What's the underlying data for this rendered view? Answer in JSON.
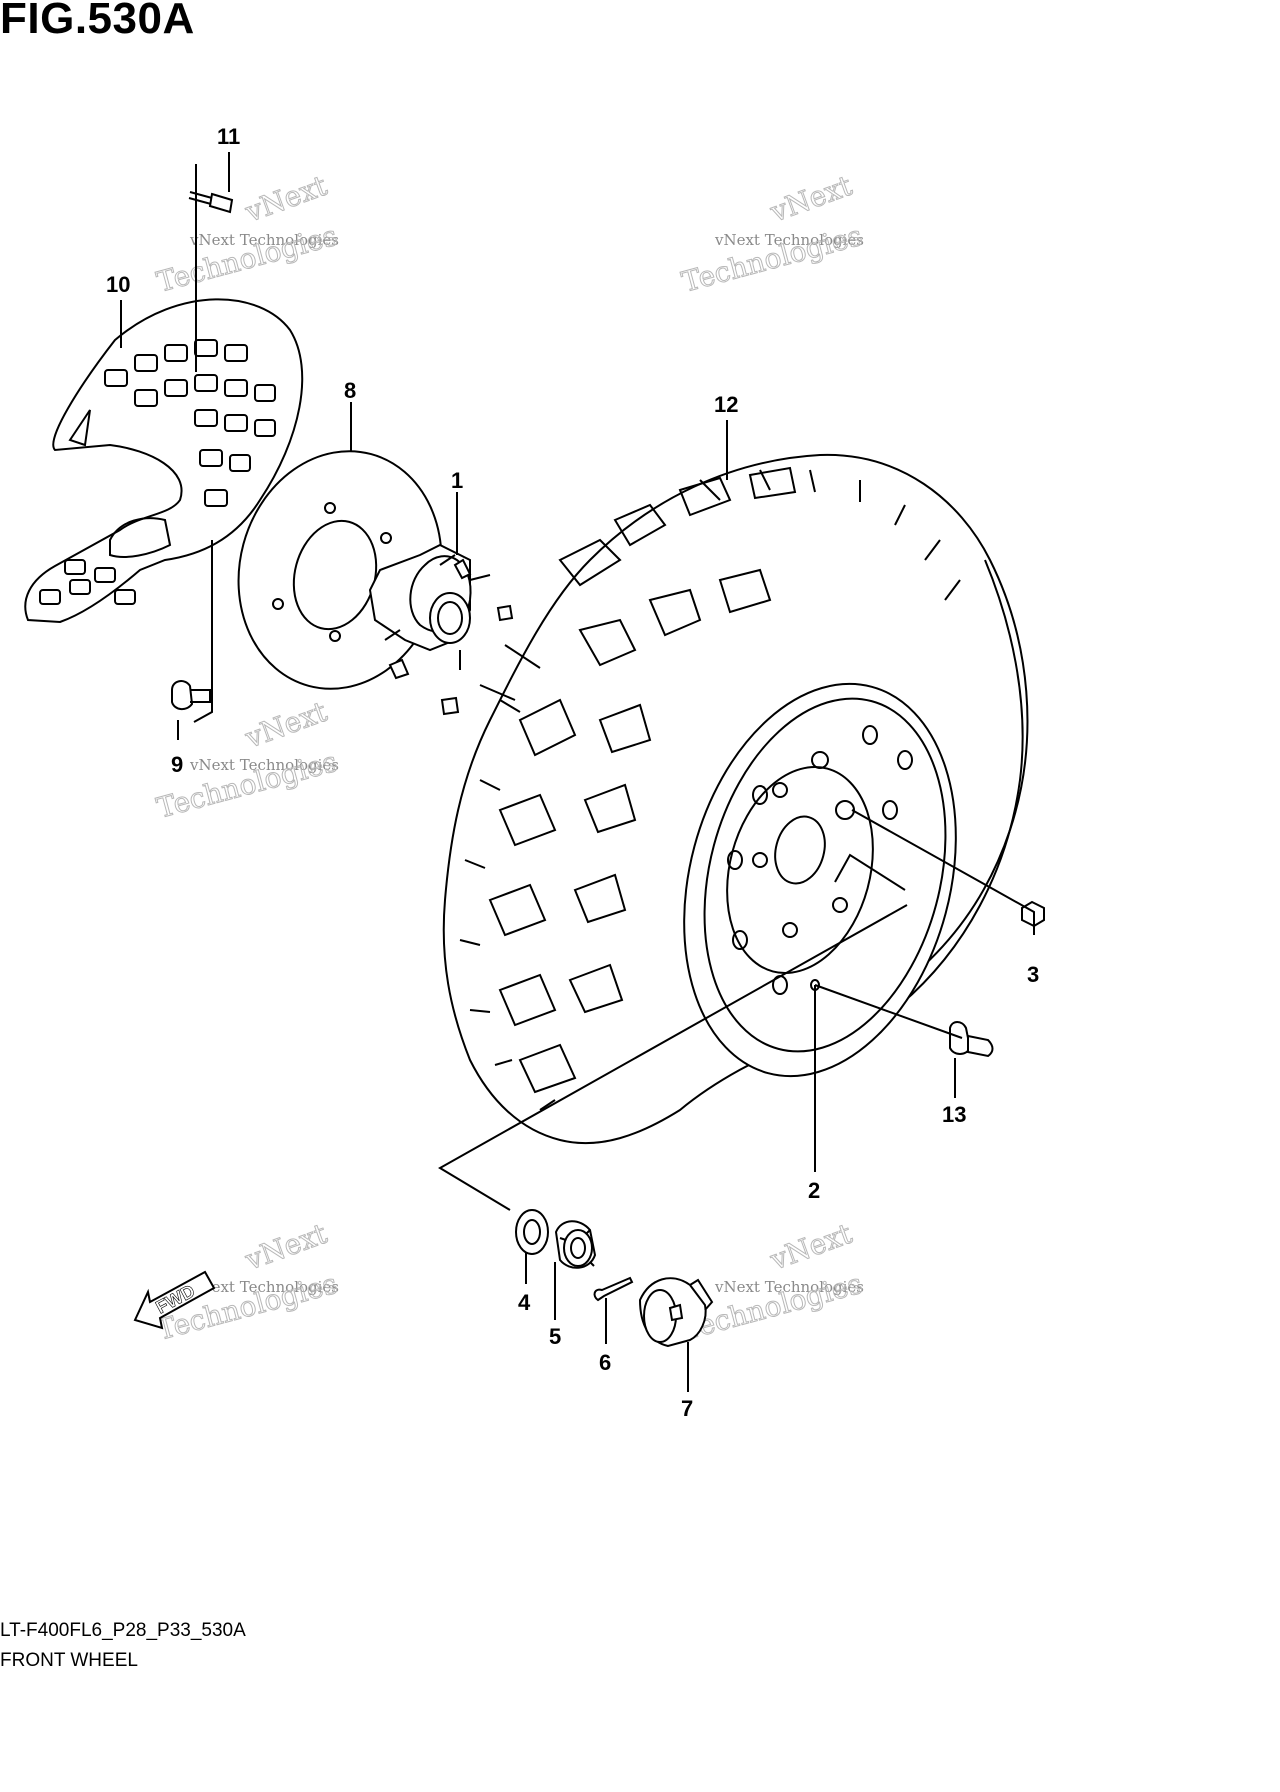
{
  "header": {
    "figure_title": "FIG.530A"
  },
  "watermark": {
    "line1": "vNext Technologies",
    "line2": "Technologies",
    "brand": "vNext"
  },
  "callouts": {
    "c1": "1",
    "c2": "2",
    "c3": "3",
    "c4": "4",
    "c5": "5",
    "c6": "6",
    "c7": "7",
    "c8": "8",
    "c9": "9",
    "c10": "10",
    "c11": "11",
    "c12": "12",
    "c13": "13"
  },
  "fwd_label": "FWD",
  "footer": {
    "code": "LT-F400FL6_P28_P33_530A",
    "name": "FRONT WHEEL"
  }
}
